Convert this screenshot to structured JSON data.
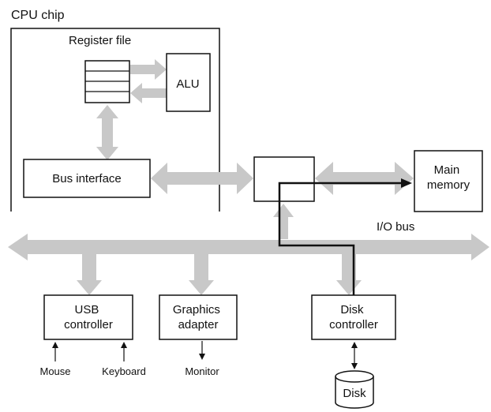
{
  "cpu_chip_label": "CPU chip",
  "register_file_label": "Register file",
  "alu_label": "ALU",
  "bus_interface_label": "Bus interface",
  "main_memory_label": [
    "Main",
    "memory"
  ],
  "io_bus_label": "I/O bus",
  "usb_controller_label": [
    "USB",
    "controller"
  ],
  "graphics_adapter_label": [
    "Graphics",
    "adapter"
  ],
  "disk_controller_label": [
    "Disk",
    "controller"
  ],
  "mouse_label": "Mouse",
  "keyboard_label": "Keyboard",
  "monitor_label": "Monitor",
  "disk_label": "Disk",
  "colors": {
    "bus_arrow": "#c8c8c8",
    "line": "#111111",
    "box_fill": "#ffffff"
  }
}
